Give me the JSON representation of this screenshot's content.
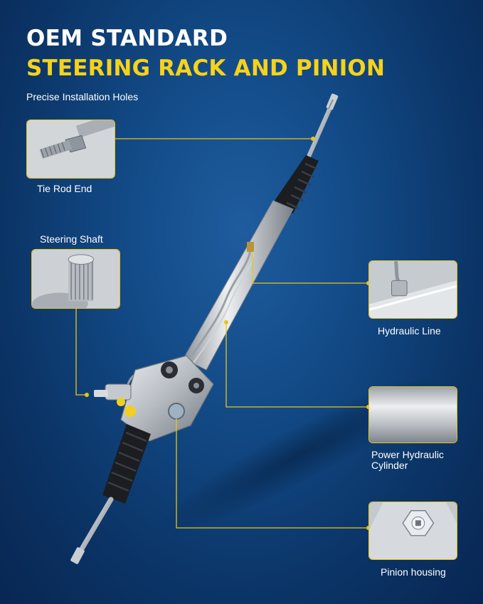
{
  "header": {
    "title_line1": "OEM STANDARD",
    "title_line2": "STEERING RACK AND PINION",
    "subtitle": "Precise Installation Holes"
  },
  "callouts": {
    "tie_rod_end": "Tie Rod End",
    "steering_shaft": "Steering Shaft",
    "hydraulic_line": "Hydraulic Line",
    "power_hydraulic_cylinder_line1": "Power Hydraulic",
    "power_hydraulic_cylinder_line2": "Cylinder",
    "pinion_housing": "Pinion housing"
  },
  "colors": {
    "accent_yellow": "#f7d21a",
    "background_blue": "#124a86"
  }
}
